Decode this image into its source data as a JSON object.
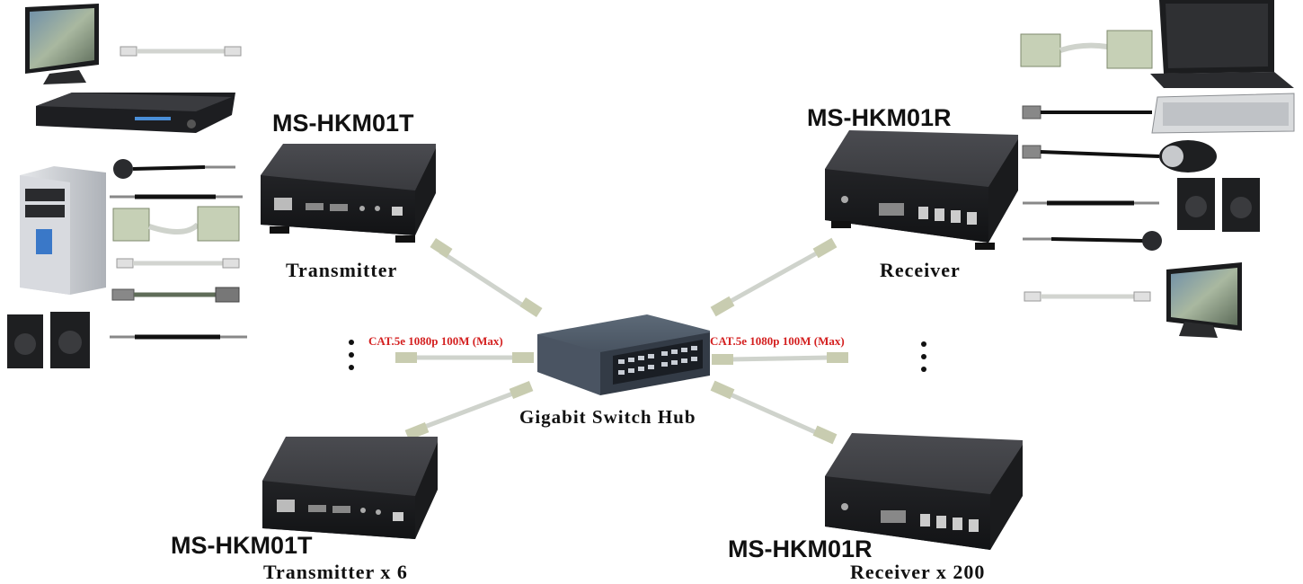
{
  "title": "",
  "colors": {
    "device_body": "#2a2b2e",
    "device_top": "#3b3c40",
    "cable_gray": "#cfd3cc",
    "rj45_plug": "#c8ccb0",
    "cat_label": "#d42020",
    "hub_body": "#3d4754"
  },
  "labels": {
    "tx_model_top": "MS-HKM01T",
    "tx_role_top": "Transmitter",
    "rx_model_top": "MS-HKM01R",
    "rx_role_top": "Receiver",
    "tx_model_bottom": "MS-HKM01T",
    "tx_role_bottom": "Transmitter x 6",
    "rx_model_bottom": "MS-HKM01R",
    "rx_role_bottom": "Receiver x 200",
    "cat_left": "CAT.5e 1080p 100M (Max)",
    "cat_right": "CAT.5e 1080p 100M (Max)",
    "hub": "Gigabit Switch Hub"
  },
  "icons": {
    "source_devices": [
      "monitor-icon",
      "bluray-player-icon",
      "pc-tower-icon",
      "speakers-icon"
    ],
    "source_cables": [
      "hdmi-cable-icon",
      "ir-extender-cable-icon",
      "audio-cable-icon",
      "vga-cable-icon",
      "hdmi-cable-icon",
      "usb-cable-icon",
      "audio-cable-icon"
    ],
    "sink_devices": [
      "laptop-icon",
      "keyboard-icon",
      "mouse-icon",
      "speakers-icon",
      "monitor-icon"
    ],
    "sink_cables": [
      "vga-cable-icon",
      "ps2-cable-icon",
      "ps2-cable-icon",
      "audio-cable-icon",
      "ir-extender-cable-icon",
      "hdmi-cable-icon"
    ]
  }
}
